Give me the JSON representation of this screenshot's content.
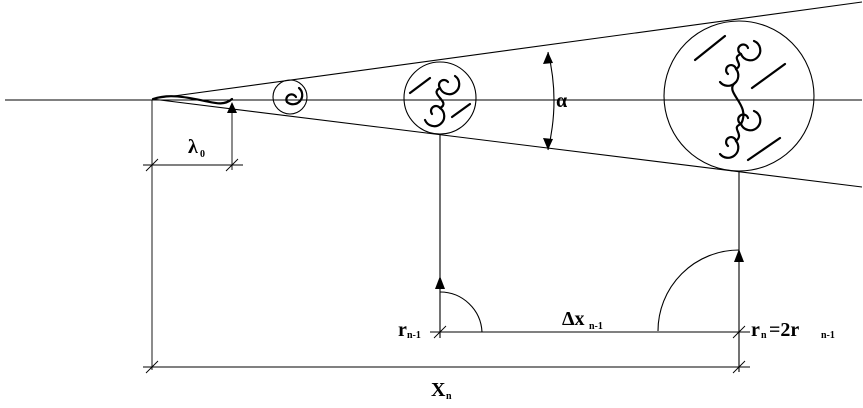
{
  "labels": {
    "alpha": "α",
    "lambda_main": "λ",
    "lambda_sub": "0",
    "r_prev_main": "r",
    "r_prev_sub": "n-1",
    "delta_main": "Δx",
    "delta_sub": "n-1",
    "rn_main": "r",
    "rn_sub": "n",
    "rn_eq": "=2r",
    "rn_eq_sub": "n-1",
    "X_main": "X",
    "X_sub": "n"
  }
}
